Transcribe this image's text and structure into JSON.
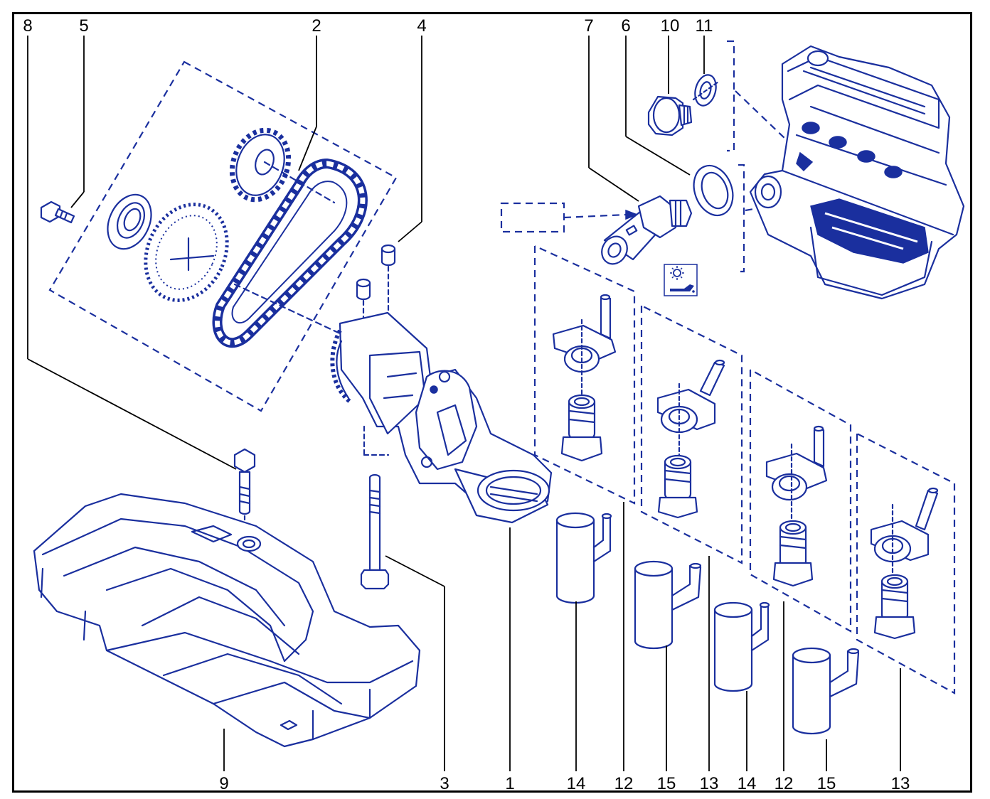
{
  "callouts": {
    "c1": "1",
    "c2": "2",
    "c3": "3",
    "c4": "4",
    "c5": "5",
    "c6": "6",
    "c7": "7",
    "c8": "8",
    "c9": "9",
    "c10": "10",
    "c11": "11",
    "c12a": "12",
    "c12b": "12",
    "c13a": "13",
    "c13b": "13",
    "c14a": "14",
    "c14b": "14",
    "c15a": "15",
    "c15b": "15"
  },
  "colors": {
    "ink": "#1a2f9e",
    "leader": "#000000",
    "background": "#ffffff"
  },
  "icons": [
    "oil-pressure-warning-icon"
  ]
}
